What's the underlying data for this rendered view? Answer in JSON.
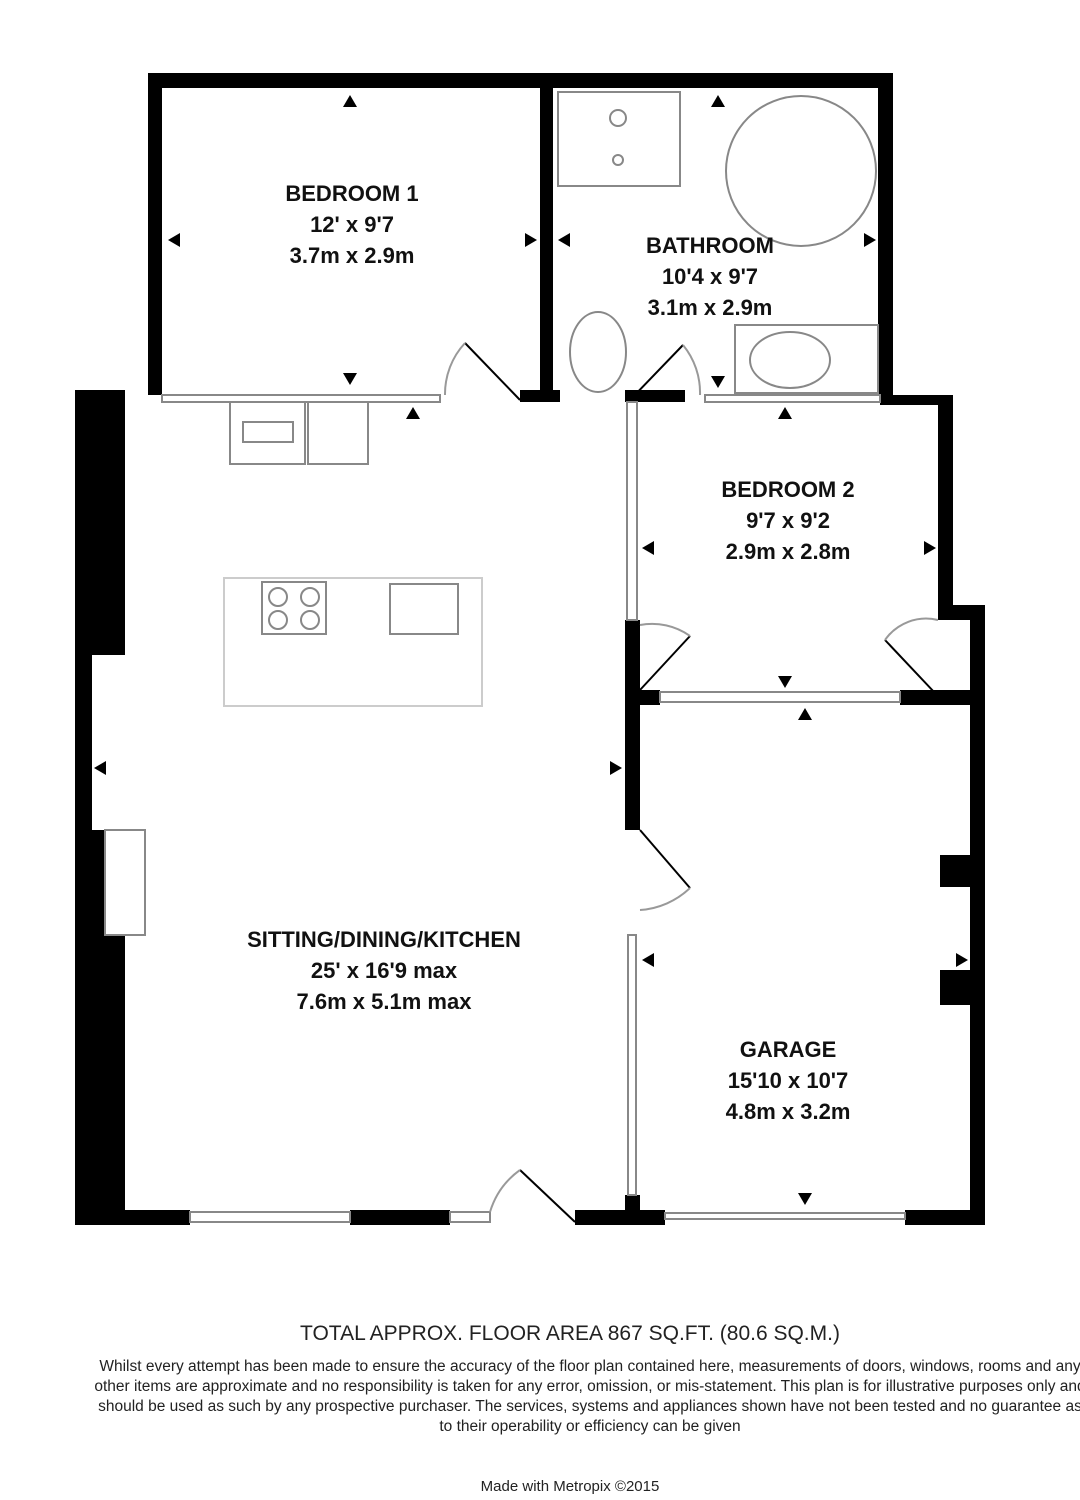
{
  "rooms": [
    {
      "name": "BEDROOM 1",
      "imperial": "12' x 9'7",
      "metric": "3.7m x 2.9m"
    },
    {
      "name": "BATHROOM",
      "imperial": "10'4 x 9'7",
      "metric": "3.1m x 2.9m"
    },
    {
      "name": "BEDROOM 2",
      "imperial": "9'7 x 9'2",
      "metric": "2.9m x 2.8m"
    },
    {
      "name": "SITTING/DINING/KITCHEN",
      "imperial": "25' x 16'9 max",
      "metric": "7.6m x 5.1m max"
    },
    {
      "name": "GARAGE",
      "imperial": "15'10 x 10'7",
      "metric": "4.8m x 3.2m"
    }
  ],
  "footer": {
    "total_area": "TOTAL APPROX. FLOOR AREA 867 SQ.FT. (80.6 SQ.M.)",
    "disclaimer": "Whilst every attempt has been made to ensure the accuracy of the floor plan contained here, measurements of doors, windows, rooms and any other items are approximate and no responsibility is taken for any error, omission, or mis-statement. This plan is for illustrative purposes only and should be used as such by any prospective purchaser. The services, systems and appliances shown have not been tested and no guarantee as to their operability or efficiency can be given",
    "credit": "Made with Metropix ©2015"
  }
}
